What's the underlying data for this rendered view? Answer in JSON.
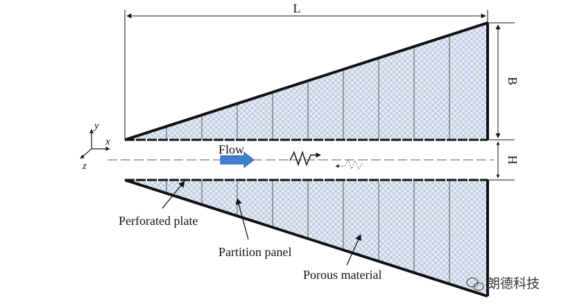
{
  "dimensions": {
    "length": "L",
    "height": "B",
    "gap": "H"
  },
  "labels": {
    "flow": "Flow",
    "perforated_plate": "Perforated plate",
    "partition_panel": "Partition panel",
    "porous_material": "Porous material"
  },
  "axes": {
    "x": "x",
    "y": "y",
    "z": "z"
  },
  "watermark": "朗德科技",
  "colors": {
    "outline": "#111111",
    "porous_fill": "#d5dfef",
    "flow_arrow": "#3f7fcf"
  }
}
